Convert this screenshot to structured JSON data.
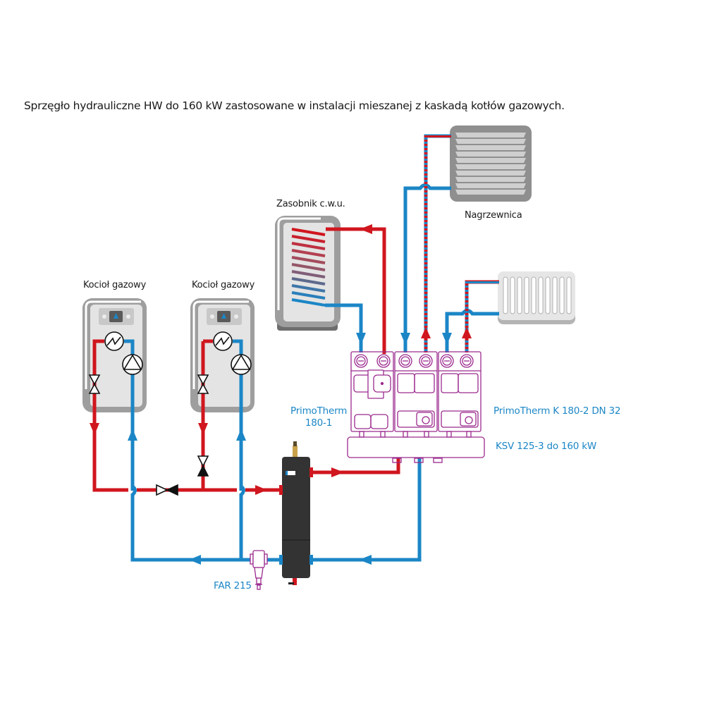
{
  "title": "Sprzęgło hydrauliczne HW do 160 kW zastosowane w instalacji mieszanej z kaskadą kotłów gazowych.",
  "labels": {
    "boiler_1": "Kocioł gazowy",
    "boiler_2": "Kocioł gazowy",
    "dhw_tank": "Zasobnik c.w.u.",
    "air_heater": "Nagrzewnica",
    "primotherm_180_1_line1": "PrimoTherm",
    "primotherm_180_1_line2": "180-1",
    "primotherm_k": "PrimoTherm K 180-2 DN 32",
    "ksv": "KSV 125-3 do 160 kW",
    "far": "FAR 215"
  },
  "colors": {
    "supply": "#d0161e",
    "return": "#1b86c6",
    "module_outline": "#9b2a8e",
    "label_blue": "#1b86c6",
    "device_grey": "#a0a0a0",
    "separator_body": "#333333"
  }
}
